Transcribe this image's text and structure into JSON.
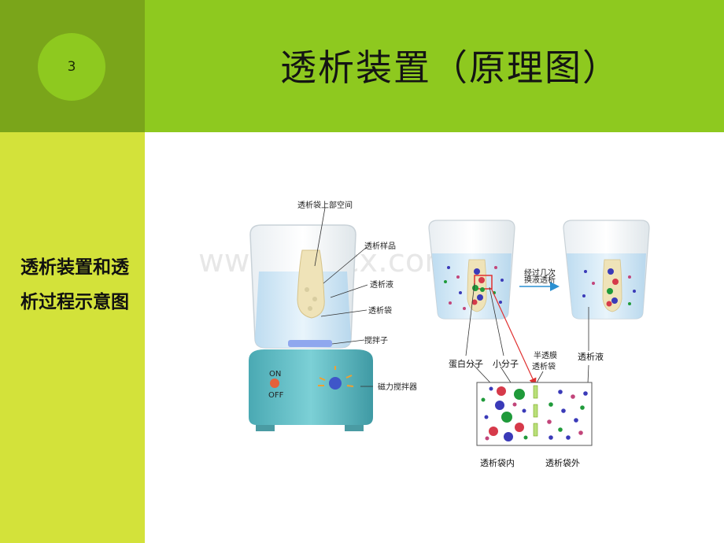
{
  "slide": {
    "number": "3",
    "title": "透析装置（原理图）",
    "side_caption": "透析装置和透析过程示意图"
  },
  "diagram": {
    "watermark": "www.bdocx.com",
    "device_labels": {
      "bag_top_space": "透析袋上部空间",
      "sample": "透析样品",
      "dialysate": "透析液",
      "bag": "透析袋",
      "stir_bar": "搅拌子",
      "magnetic_stirrer": "磁力搅拌器",
      "on": "ON",
      "off": "OFF"
    },
    "process_labels": {
      "arrow_text_1": "经过几次",
      "arrow_text_2": "换液透析",
      "protein_molecule": "蛋白分子",
      "small_molecule": "小分子",
      "membrane_1": "半透膜",
      "membrane_2": "透析袋",
      "dialysate_right": "透析液",
      "inside_bag": "透析袋内",
      "outside_bag": "透析袋外"
    },
    "colors": {
      "background_top": "#8ec91f",
      "background_corner": "#7aa51a",
      "background_side": "#d3e23a",
      "protein_red": "#d63a4a",
      "protein_green": "#1f9a3a",
      "small_blue": "#3a3ab8",
      "small_pink": "#c2457a",
      "stirrer_base": "#5fbcc4",
      "liquid": "#cfe6f3",
      "arrow": "#2a8fd1"
    }
  }
}
